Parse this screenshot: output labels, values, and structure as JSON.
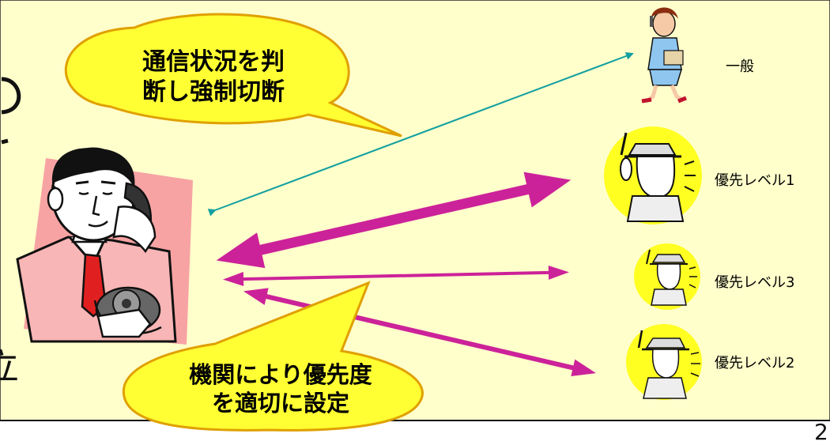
{
  "callouts": {
    "top": {
      "line1": "通信状況を判",
      "line2": "断し強制切断"
    },
    "bottom": {
      "line1": "機関により優先度",
      "line2": "を適切に設定"
    }
  },
  "receivers": [
    {
      "label": "一般",
      "icon": "woman-phone-icon"
    },
    {
      "label": "優先レベル1",
      "icon": "detective-phone-icon"
    },
    {
      "label": "優先レベル3",
      "icon": "detective-phone-icon"
    },
    {
      "label": "優先レベル2",
      "icon": "detective-phone-icon"
    }
  ],
  "fragments": {
    "left_char_bottom": "立",
    "page_number": "2"
  },
  "colors": {
    "panel": "#FFFFCC",
    "callout_fill": "#FFFF33",
    "callout_stroke": "#E0A000",
    "teal_arrow": "#14A0A0",
    "magenta_arrow": "#CC2299",
    "yellow_circle": "#FFFF22"
  }
}
